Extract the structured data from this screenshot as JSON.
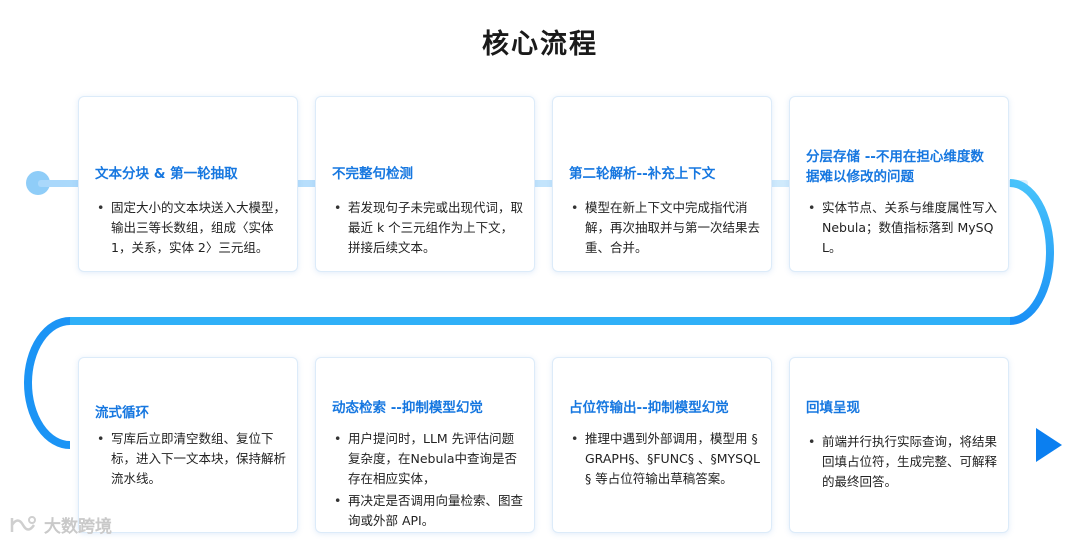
{
  "title": "核心流程",
  "watermark": "大数跨境",
  "colors": {
    "accent": "#1677e0",
    "line_light": "#c9e6fb",
    "line_dark": "#0b7ff0"
  },
  "steps": [
    {
      "head": "文本分块 & 第一轮抽取",
      "bullets": [
        "固定大小的文本块送入大模型，输出三等长数组，组成〈实体 1，关系，实体 2〉三元组。"
      ]
    },
    {
      "head": "不完整句检测",
      "bullets": [
        "若发现句子未完或出现代词，取最近 k 个三元组作为上下文，拼接后续文本。"
      ]
    },
    {
      "head": "第二轮解析--补充上下文",
      "bullets": [
        "模型在新上下文中完成指代消解，再次抽取并与第一次结果去重、合并。"
      ]
    },
    {
      "head": "分层存储 --不用在担心维度数据难以修改的问题",
      "bullets": [
        "实体节点、关系与维度属性写入Nebula；数值指标落到 MySQL。"
      ]
    },
    {
      "head": "流式循环",
      "bullets": [
        "写库后立即清空数组、复位下标，进入下一文本块，保持解析流水线。"
      ]
    },
    {
      "head": "动态检索 --抑制模型幻觉",
      "bullets": [
        "用户提问时，LLM 先评估问题复杂度，在Nebula中查询是否存在相应实体，",
        "再决定是否调用向量检索、图查询或外部 API。"
      ]
    },
    {
      "head": "占位符输出--抑制模型幻觉",
      "bullets": [
        "推理中遇到外部调用，模型用 §GRAPH§、§FUNC§ 、§MYSQL§ 等占位符输出草稿答案。"
      ]
    },
    {
      "head": "回填呈现",
      "bullets": [
        "前端并行执行实际查询，将结果回填占位符，生成完整、可解释的最终回答。"
      ]
    }
  ]
}
